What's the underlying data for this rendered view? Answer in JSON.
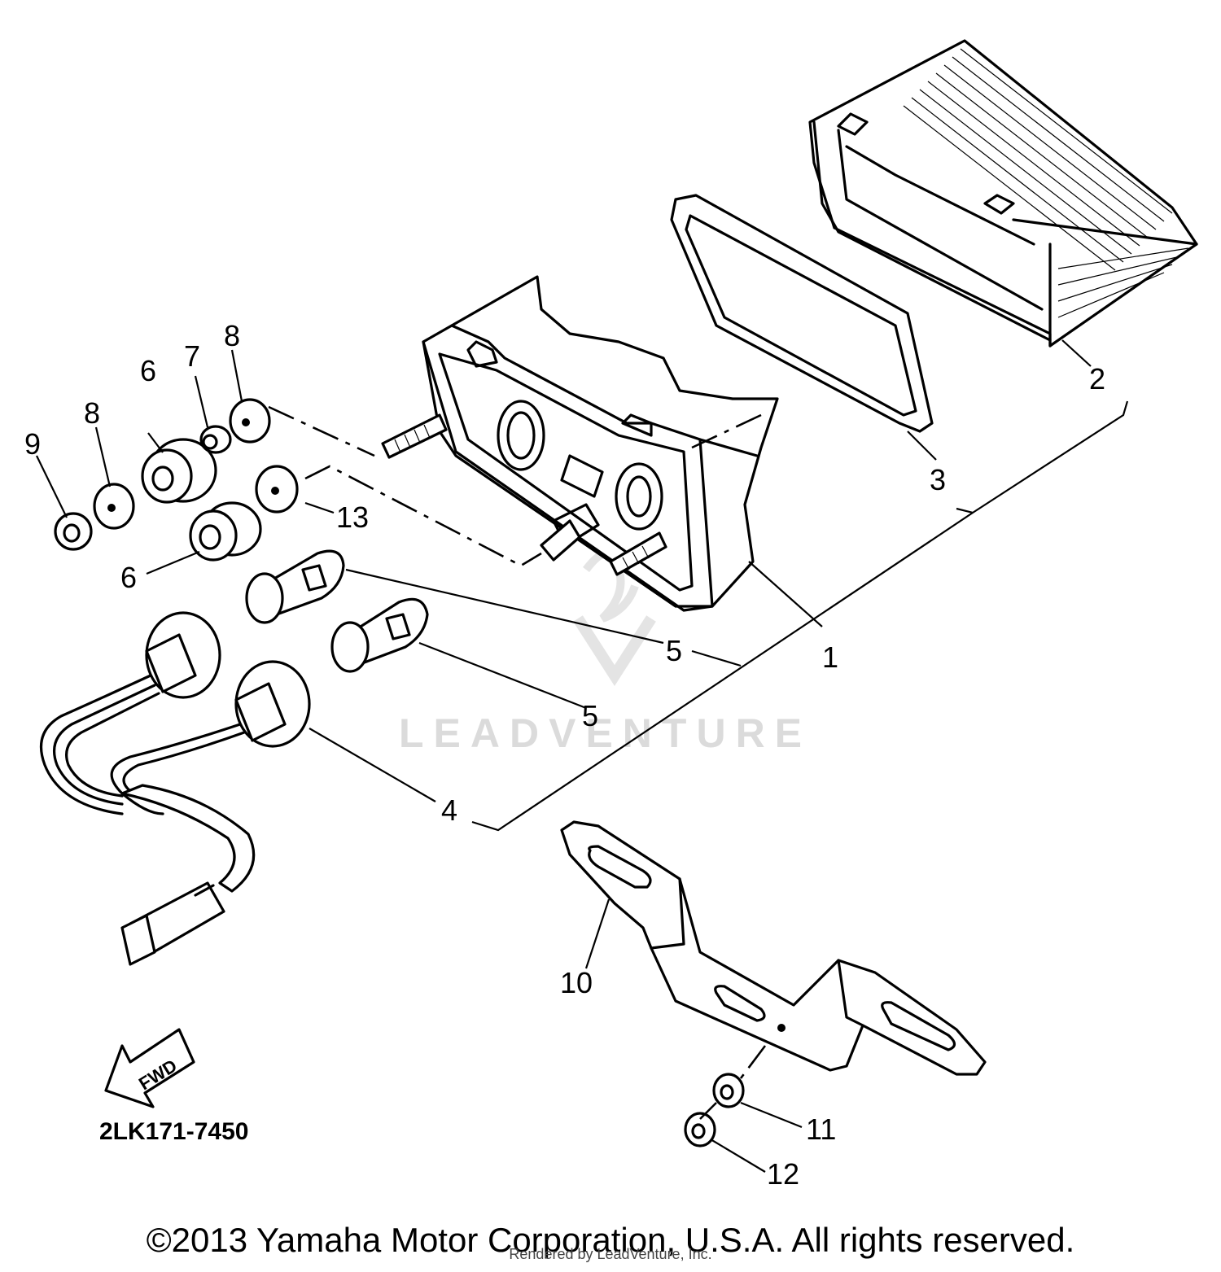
{
  "diagram": {
    "callouts": {
      "c1": "1",
      "c2": "2",
      "c3": "3",
      "c4": "4",
      "c5a": "5",
      "c5b": "5",
      "c6a": "6",
      "c6b": "6",
      "c7": "7",
      "c8a": "8",
      "c8b": "8",
      "c9": "9",
      "c10": "10",
      "c11": "11",
      "c12": "12",
      "c13": "13"
    },
    "fwd_label": "FWD",
    "part_code": "2LK171-7450",
    "watermark": "LEADVENTURE"
  },
  "footer": {
    "copyright": "©2013 Yamaha Motor Corporation, U.S.A. All rights reserved.",
    "rendered_by": "Rendered by LeadVenture, Inc."
  }
}
